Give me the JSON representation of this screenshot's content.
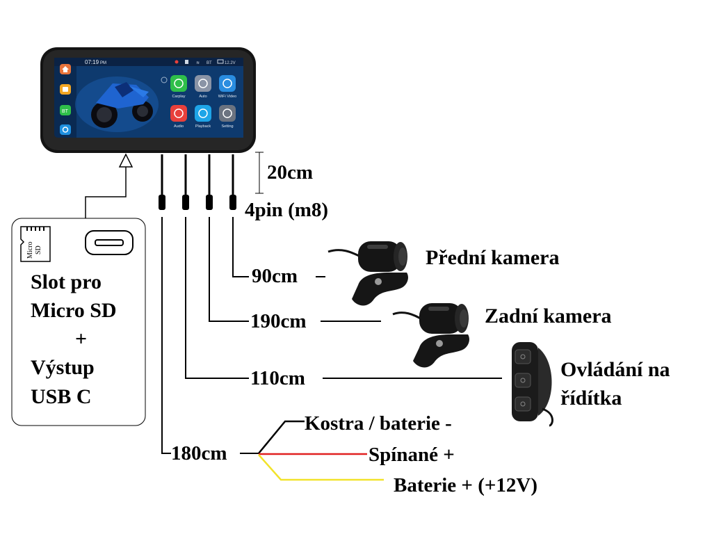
{
  "device": {
    "status": {
      "time": "07:19",
      "ampm": "PM",
      "bt": "BT",
      "voltage": "12.2V"
    },
    "side_buttons": {
      "bt": "BT"
    },
    "apps": [
      {
        "label": "Carplay",
        "color": "#2fbf4a"
      },
      {
        "label": "Auto",
        "color": "#8a94a6"
      },
      {
        "label": "WiFi Video",
        "color": "#2a8de0"
      },
      {
        "label": "Audio",
        "color": "#e8403b"
      },
      {
        "label": "Playback",
        "color": "#1ea5e8"
      },
      {
        "label": "Setting",
        "color": "#6b7380"
      }
    ]
  },
  "labels": {
    "cable_length_top": "20cm",
    "connector": "4pin (m8)",
    "front_camera_length": "90cm",
    "front_camera": "Přední kamera",
    "rear_camera_length": "190cm",
    "rear_camera": "Zadní kamera",
    "handlebar_length": "110cm",
    "handlebar_line1": "Ovládání na",
    "handlebar_line2": "řídítka",
    "power_length": "180cm",
    "ground": "Kostra / baterie -",
    "switched": "Spínané +",
    "battery": "Baterie + (+12V)",
    "sd_icon_line1": "Micro",
    "sd_icon_line2": "SD",
    "slot_line1": "Slot pro",
    "slot_line2": "Micro SD",
    "slot_line3": "+",
    "slot_line4": "Výstup",
    "slot_line5": "USB C"
  },
  "wire_colors": {
    "ground": "#000000",
    "switched": "#e02020",
    "battery": "#f2e32a"
  }
}
